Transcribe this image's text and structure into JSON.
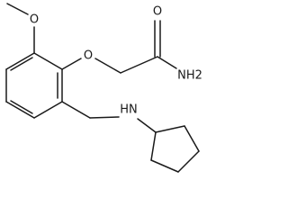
{
  "structure": {
    "atoms": {
      "methoxy_O": "O",
      "ether_O": "O",
      "carbonyl_O": "O",
      "amide_N": "NH2",
      "amine_N": "HN"
    }
  }
}
